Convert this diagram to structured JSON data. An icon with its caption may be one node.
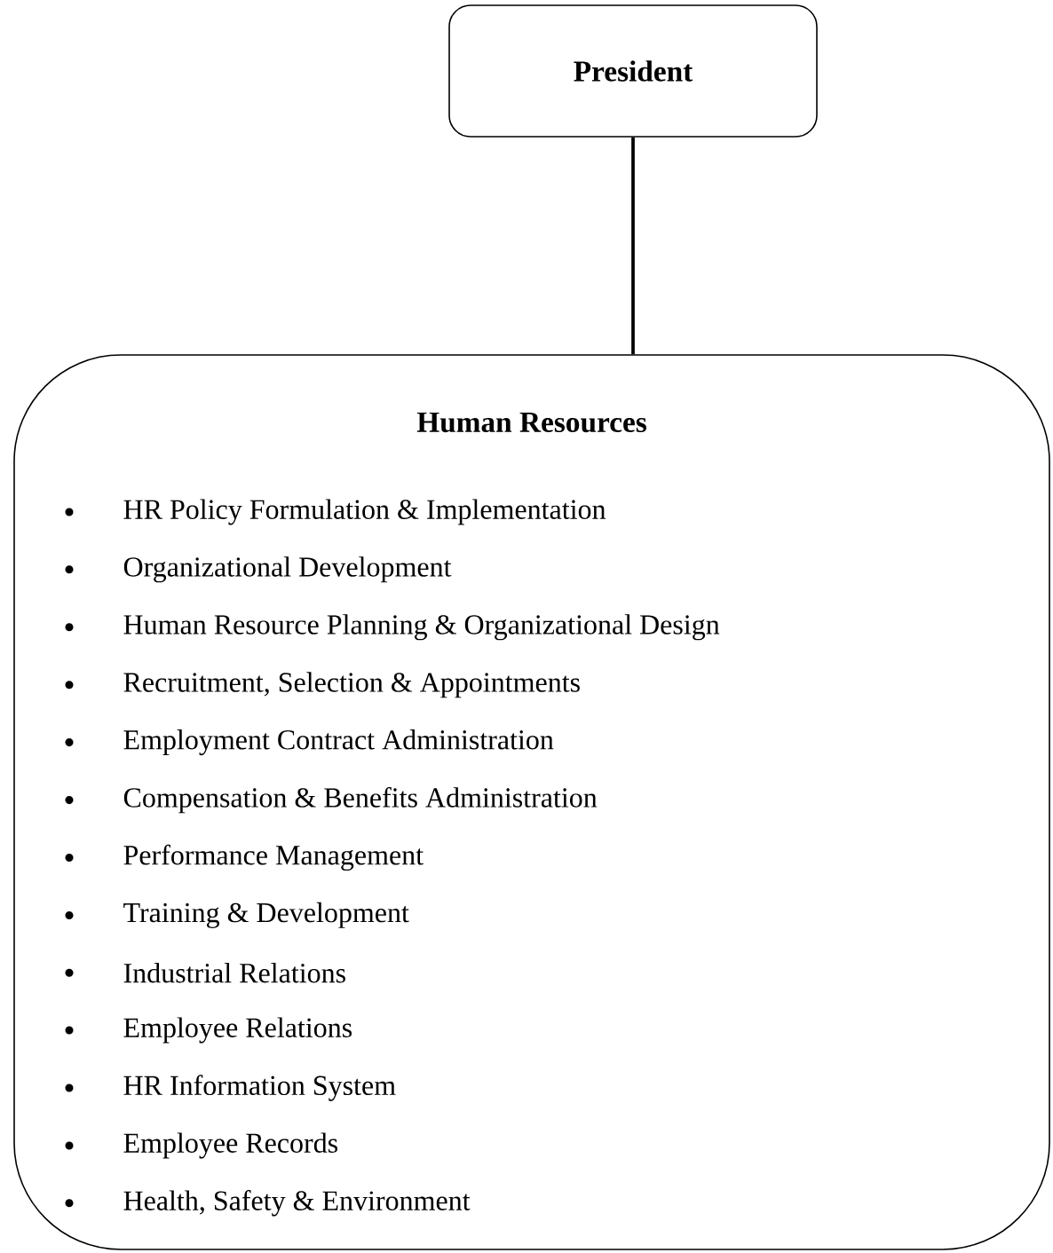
{
  "diagram": {
    "nodes": [
      {
        "text": [
          "President"
        ]
      },
      {
        "text": [
          "Human Resources",
          "HR Policy Formulation & Implementation",
          "Organizational Development",
          "Human Resource Planning & Organizational Design",
          "Recruitment, Selection & Appointments",
          "Employment Contract Administration",
          "Compensation & Benefits Administration",
          "Performance Management",
          "Training & Development",
          "Industrial Relations",
          "Employee Relations",
          "HR Information System",
          "Employee Records",
          "Health, Safety & Environment"
        ]
      }
    ],
    "edges": [
      {
        "from": 0,
        "to": 1,
        "arrow": "none"
      }
    ]
  }
}
